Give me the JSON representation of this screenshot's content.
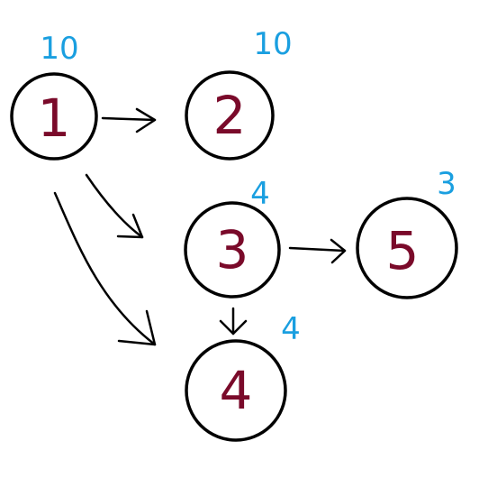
{
  "colors": {
    "circle_stroke": "#000000",
    "node_label": "#7a0a2a",
    "weight_label": "#1a9fe0",
    "edge": "#000000"
  },
  "nodes": [
    {
      "id": "1",
      "label": "1",
      "weight": "10"
    },
    {
      "id": "2",
      "label": "2",
      "weight": "10"
    },
    {
      "id": "3",
      "label": "3",
      "weight": "4"
    },
    {
      "id": "5",
      "label": "5",
      "weight": "3"
    },
    {
      "id": "4",
      "label": "4",
      "weight": "4"
    }
  ],
  "edges": [
    {
      "from": "1",
      "to": "2"
    },
    {
      "from": "1",
      "to": "3"
    },
    {
      "from": "1",
      "to": "4"
    },
    {
      "from": "3",
      "to": "5"
    },
    {
      "from": "3",
      "to": "4"
    }
  ]
}
